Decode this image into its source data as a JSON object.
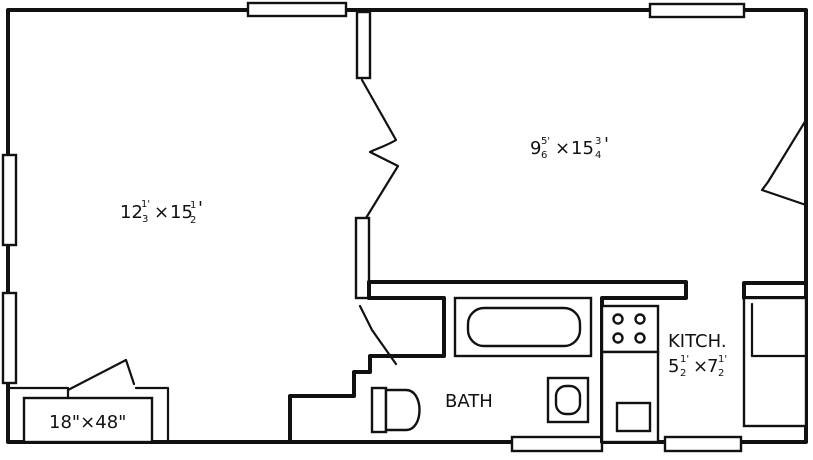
{
  "rooms": {
    "living": {
      "whole_w": "12",
      "frac_w_num": "1'",
      "frac_w_den": "3",
      "times": "×",
      "whole_h": "15",
      "frac_h_num": "1",
      "frac_h_den": "2",
      "prime": "'"
    },
    "bedroom": {
      "whole_w": "9",
      "frac_w_num": "5'",
      "frac_w_den": "6",
      "times": "×",
      "whole_h": "15",
      "frac_h_num": "3",
      "frac_h_den": "4",
      "prime": "'"
    },
    "kitchen": {
      "name": "KITCH.",
      "whole_w": "5",
      "frac_w_num": "1'",
      "frac_w_den": "2",
      "times": "×",
      "whole_h": "7",
      "frac_h_num": "1'",
      "frac_h_den": "2"
    },
    "bath": {
      "name": "BATH"
    },
    "closet": {
      "dims": "18\"×48\""
    }
  }
}
